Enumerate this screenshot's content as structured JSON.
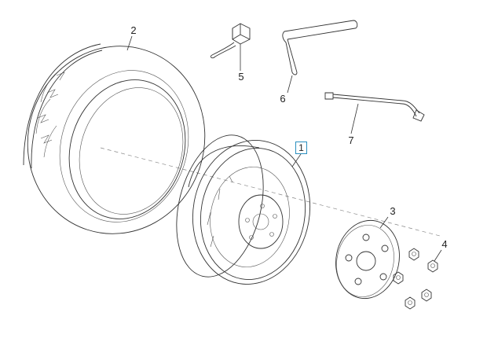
{
  "diagram": {
    "callouts": {
      "tyre": "2",
      "rim": "1",
      "hub_cover": "3",
      "wheel_nut": "4",
      "valve_clip": "5",
      "wheel_wrench": "6",
      "valve_extension": "7"
    },
    "colors": {
      "line": "#333333",
      "highlight_box": "#2a8fbf"
    }
  }
}
